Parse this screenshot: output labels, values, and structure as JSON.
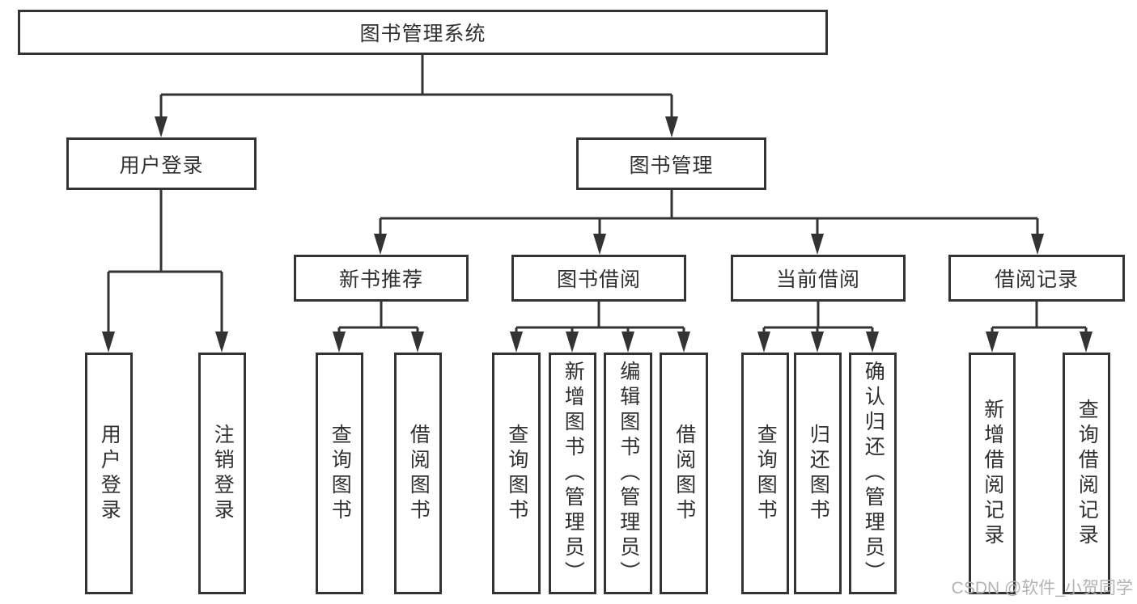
{
  "tree": {
    "label": "图书管理系统",
    "children": [
      {
        "label": "用户登录",
        "children": [
          {
            "label": "用户登录"
          },
          {
            "label": "注销登录"
          }
        ]
      },
      {
        "label": "图书管理",
        "children": [
          {
            "label": "新书推荐",
            "children": [
              {
                "label": "查询图书"
              },
              {
                "label": "借阅图书"
              }
            ]
          },
          {
            "label": "图书借阅",
            "children": [
              {
                "label": "查询图书"
              },
              {
                "label": "新增图书（管理员）"
              },
              {
                "label": "编辑图书（管理员）"
              },
              {
                "label": "借阅图书"
              }
            ]
          },
          {
            "label": "当前借阅",
            "children": [
              {
                "label": "查询图书"
              },
              {
                "label": "归还图书"
              },
              {
                "label": "确认归还（管理员）"
              }
            ]
          },
          {
            "label": "借阅记录",
            "children": [
              {
                "label": "新增借阅记录"
              },
              {
                "label": "查询借阅记录"
              }
            ]
          }
        ]
      }
    ]
  },
  "watermark": {
    "text": "CSDN @软件_小贺同学"
  },
  "colors": {
    "line": "#333333",
    "text": "#303030",
    "background": "#ffffff",
    "watermark": "#b3b3b3"
  }
}
